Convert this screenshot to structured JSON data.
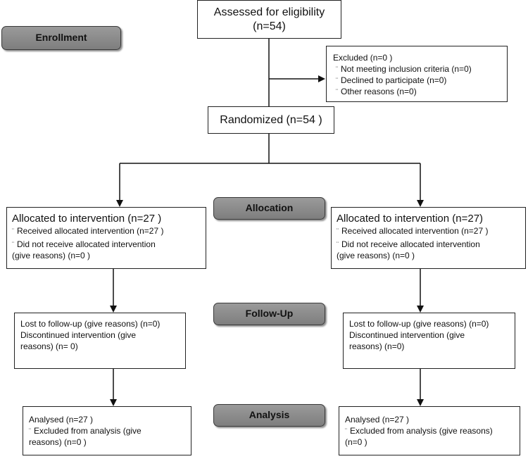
{
  "stages": {
    "enrollment": "Enrollment",
    "allocation": "Allocation",
    "follow_up": "Follow-Up",
    "analysis": "Analysis"
  },
  "assessed": {
    "line1": "Assessed for eligibility",
    "line2": "(n=54)"
  },
  "excluded": {
    "title": "Excluded  (n=0  )",
    "bullet": "¨",
    "items": [
      "Not meeting inclusion criteria (n=0)",
      "Declined to participate (n=0)",
      "Other reasons (n=0)"
    ]
  },
  "randomized": "Randomized (n=54 )",
  "left": {
    "allocation": {
      "title": "Allocated to intervention (n=27 )",
      "received": "Received allocated intervention (n=27 )",
      "not_received_1": "Did not receive allocated intervention",
      "not_received_2": "(give reasons) (n=0 )"
    },
    "follow_up": {
      "line1": "Lost to follow-up (give reasons) (n=0)",
      "line2": "Discontinued intervention (give",
      "line3": "reasons) (n=  0)"
    },
    "analysis": {
      "analysed": "Analysed  (n=27 )",
      "excluded_1": "Excluded from analysis (give",
      "excluded_2": "reasons) (n=0 )"
    }
  },
  "right": {
    "allocation": {
      "title": "Allocated to intervention (n=27)",
      "received": "Received allocated intervention (n=27 )",
      "not_received_1": "Did not receive allocated intervention",
      "not_received_2": "(give reasons) (n=0 )"
    },
    "follow_up": {
      "line1": "Lost to follow-up (give reasons) (n=0)",
      "line2": "Discontinued intervention (give",
      "line3": "reasons) (n=0)"
    },
    "analysis": {
      "analysed": "Analysed  (n=27 )",
      "excluded_1": "Excluded from analysis (give reasons)",
      "excluded_2": "(n=0 )"
    }
  }
}
